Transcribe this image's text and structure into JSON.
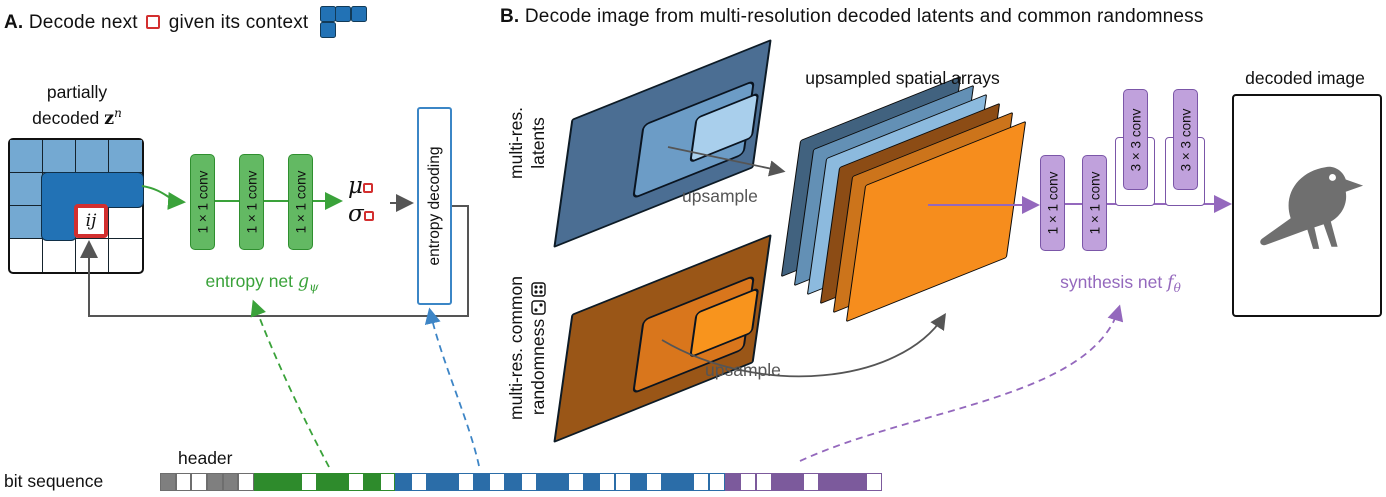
{
  "palette": {
    "red": "#d32f2f",
    "green": "#3aa23a",
    "green_fill": "#63b963",
    "green_border": "#2f8f2f",
    "blue_light": "#74a9d2",
    "blue_dark": "#2272b5",
    "entropy_border": "#3b86c6",
    "purple": "#9468bd",
    "purple_fill": "#c0a1dc",
    "purple_border": "#7b56a8",
    "slate": "#4b6e93",
    "slate_mid": "#6c9cc6",
    "slate_light": "#a9cfec",
    "brown": "#9a5617",
    "orange_mid": "#d9761c",
    "orange_bright": "#f8941d",
    "gray_arrow": "#555555",
    "bird": "#6f6f6f",
    "bit_gray": "#7f7f7f",
    "bit_green": "#2e8b2c",
    "bit_blue": "#2b6da8",
    "bit_purple": "#7c5a9c"
  },
  "panel_a": {
    "title_prefix": "A.",
    "title_before_square": "Decode next",
    "title_after_square": "given its context",
    "grid_label_line1": "partially",
    "grid_label_line2_word": "decoded",
    "grid_label_symbol": "z",
    "grid_label_sup": "n",
    "cell_ij": "ij",
    "conv_label": "1 × 1 conv",
    "mu": "μ",
    "sigma": "σ",
    "entropy_decoding": "entropy decoding",
    "entropy_net_text": "entropy net",
    "entropy_net_symbol": "g",
    "entropy_net_sub": "ψ"
  },
  "panel_b": {
    "title_prefix": "B.",
    "title_text": "Decode image from multi-resolution decoded latents and common randomness",
    "latents_label_line1": "multi-res.",
    "latents_label_line2": "latents",
    "randomness_label_line1": "multi-res. common",
    "randomness_label_line2": "randomness",
    "stack_title": "upsampled spatial arrays",
    "upsample_label_1": "upsample",
    "upsample_label_2": "upsample",
    "conv1_label": "1 × 1 conv",
    "conv3_label": "3 × 3 conv",
    "synthesis_net_text": "synthesis net",
    "synthesis_net_symbol": "f",
    "synthesis_net_sub": "θ",
    "decoded_image_label": "decoded image",
    "stack_colors": [
      "#41627f",
      "#6390b5",
      "#8cbade",
      "#8c4c15",
      "#cc741b",
      "#f68d1d"
    ]
  },
  "bit_sequence": {
    "label": "bit sequence",
    "header_label": "header",
    "sections": [
      {
        "name": "gray",
        "pattern": "100110"
      },
      {
        "name": "green",
        "pattern": "111011010"
      },
      {
        "name": "blue",
        "pattern": "101101010110100101100"
      },
      {
        "name": "purple",
        "pattern": "1001101110"
      }
    ]
  },
  "icons": {
    "next_square": "red-square-icon",
    "context_block": "context-block-icon",
    "dice": "dice-icon",
    "bird": "crow-icon"
  }
}
